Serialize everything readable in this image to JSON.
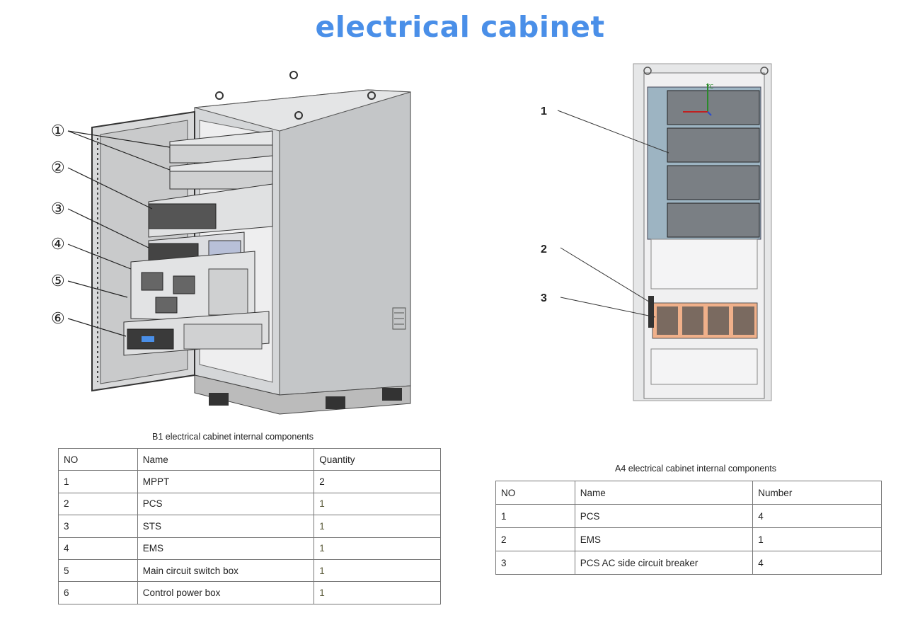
{
  "title": "electrical cabinet",
  "left": {
    "callouts": [
      "①",
      "②",
      "③",
      "④",
      "⑤",
      "⑥"
    ],
    "caption": "B1 electrical cabinet internal components",
    "headers": [
      "NO",
      "Name",
      "Quantity"
    ],
    "rows": [
      {
        "no": "1",
        "name": "MPPT",
        "qty": "2"
      },
      {
        "no": "2",
        "name": "PCS",
        "qty": "1"
      },
      {
        "no": "3",
        "name": "STS",
        "qty": "1"
      },
      {
        "no": "4",
        "name": "EMS",
        "qty": "1"
      },
      {
        "no": "5",
        "name": "Main circuit switch box",
        "qty": "1"
      },
      {
        "no": "6",
        "name": "Control power box",
        "qty": "1"
      }
    ]
  },
  "right": {
    "callouts": [
      "1",
      "2",
      "3"
    ],
    "axis_label": "YC",
    "caption": "A4 electrical cabinet internal components",
    "headers": [
      "NO",
      "Name",
      "Number"
    ],
    "rows": [
      {
        "no": "1",
        "name": "PCS",
        "qty": "4"
      },
      {
        "no": "2",
        "name": "EMS",
        "qty": "1"
      },
      {
        "no": "3",
        "name": "PCS AC side circuit breaker",
        "qty": "4"
      }
    ]
  }
}
